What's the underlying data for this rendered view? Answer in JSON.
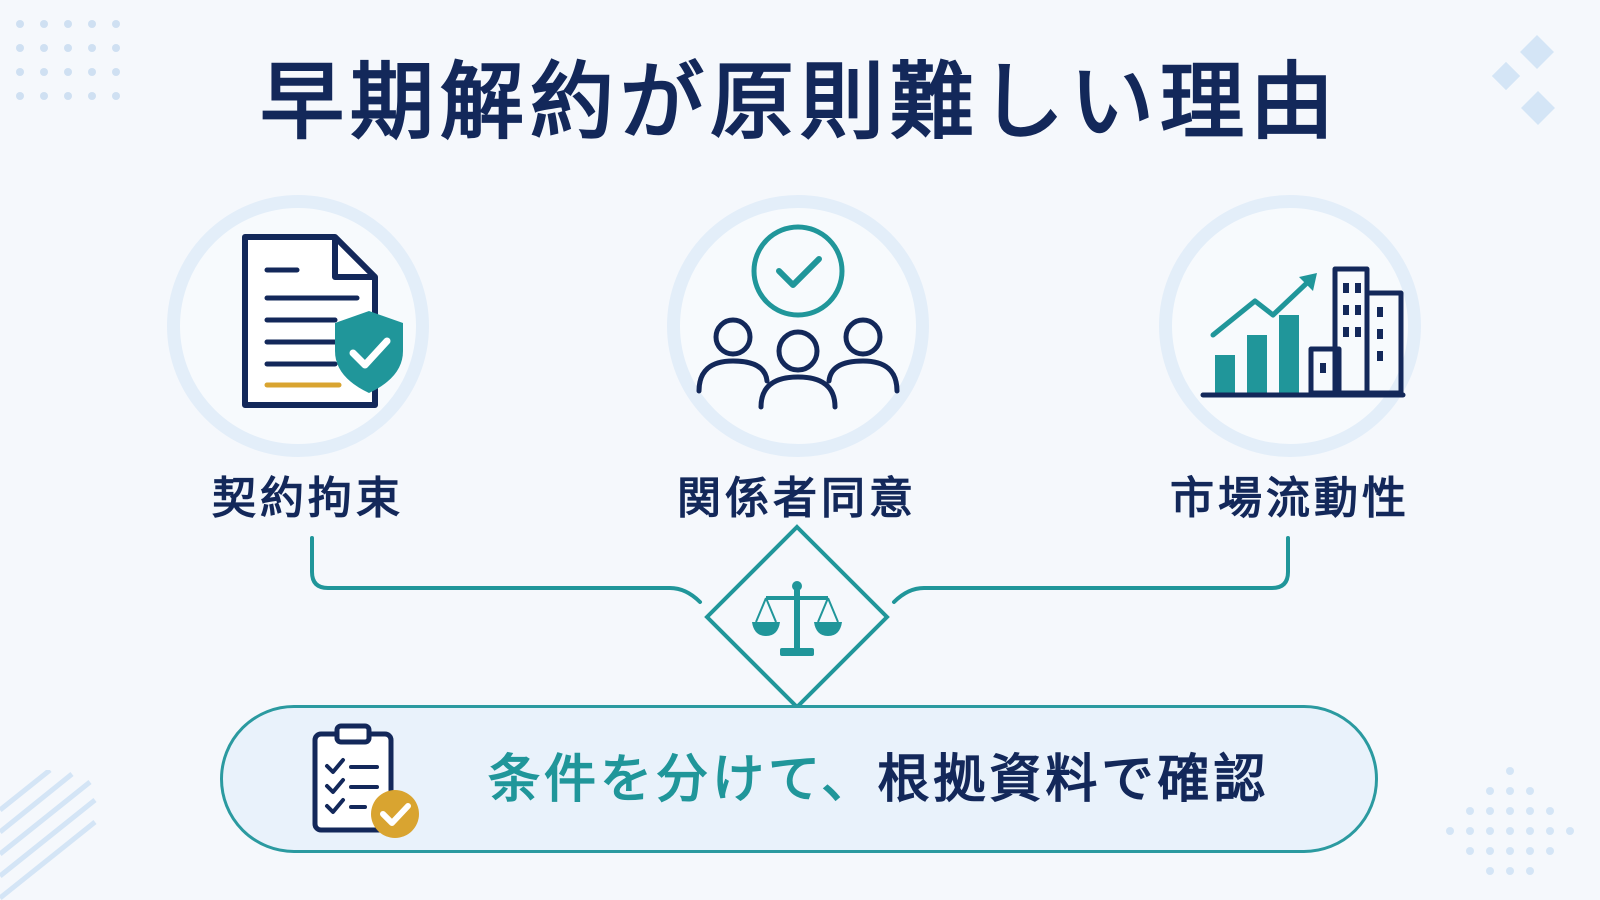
{
  "title": "早期解約が原則難しい理由",
  "reasons": [
    {
      "label": "契約拘束",
      "icon": "contract-shield-icon"
    },
    {
      "label": "関係者同意",
      "icon": "people-consent-icon"
    },
    {
      "label": "市場流動性",
      "icon": "market-chart-icon"
    }
  ],
  "center_icon": "scales-icon",
  "banner": {
    "text_teal": "条件を分けて、",
    "text_navy": "根拠資料で確認",
    "icon": "clipboard-check-icon"
  },
  "colors": {
    "navy": "#13285a",
    "teal": "#20969a",
    "gold": "#d9a430",
    "circle_ring": "#e3eef9",
    "background": "#f5f8fc"
  }
}
